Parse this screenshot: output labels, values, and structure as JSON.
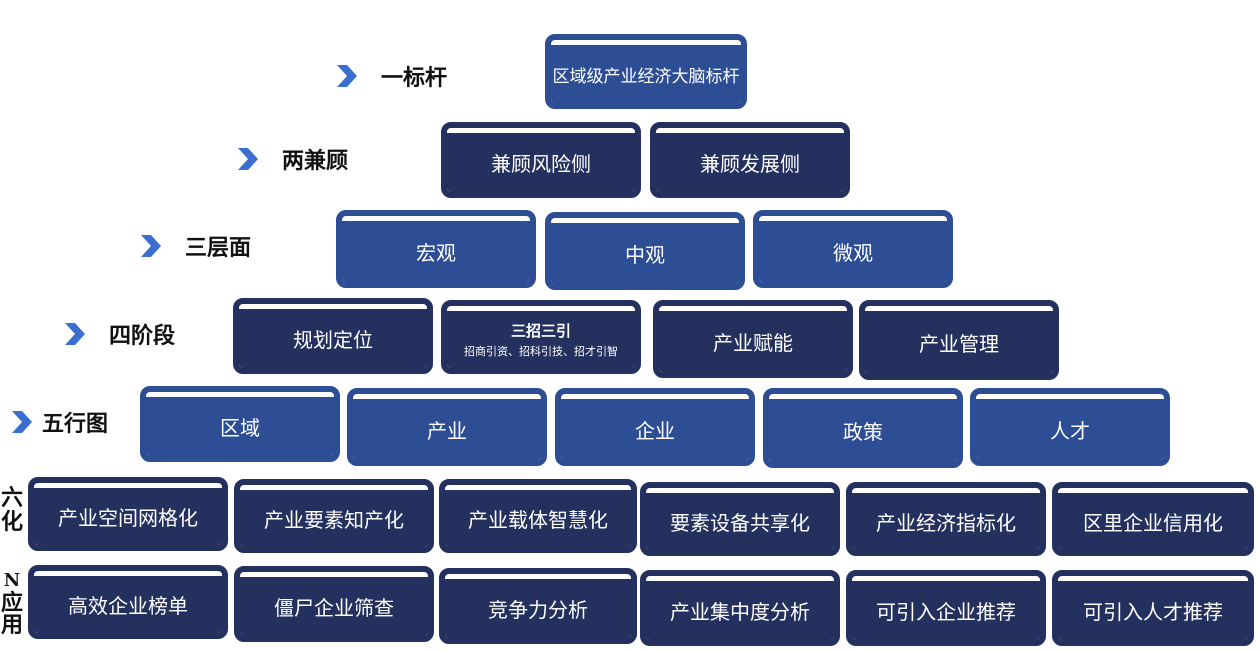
{
  "levels": {
    "l1": {
      "label": "一标杆",
      "items": [
        "区域级产业经济大脑标杆"
      ]
    },
    "l2": {
      "label": "两兼顾",
      "items": [
        "兼顾风险侧",
        "兼顾发展侧"
      ]
    },
    "l3": {
      "label": "三层面",
      "items": [
        "宏观",
        "中观",
        "微观"
      ]
    },
    "l4": {
      "label": "四阶段",
      "items": [
        "规划定位",
        "三招三引",
        "产业赋能",
        "产业管理"
      ],
      "item2_sub": "招商引资、招科引技、招才引智"
    },
    "l5": {
      "label": "五行图",
      "items": [
        "区域",
        "产业",
        "企业",
        "政策",
        "人才"
      ]
    },
    "l6": {
      "label_top": "六",
      "label_bottom": "化",
      "items": [
        "产业空间网格化",
        "产业要素知产化",
        "产业载体智慧化",
        "要素设备共享化",
        "产业经济指标化",
        "区里企业信用化"
      ]
    },
    "l7": {
      "label_top": "N",
      "label_mid": "应",
      "label_bottom": "用",
      "items": [
        "高效企业榜单",
        "僵尸企业筛查",
        "竞争力分析",
        "产业集中度分析",
        "可引入企业推荐",
        "可引入人才推荐"
      ]
    }
  },
  "colors": {
    "blue": "#2d4e95",
    "navy": "#24315e",
    "arrow": "#3a6fd0"
  }
}
